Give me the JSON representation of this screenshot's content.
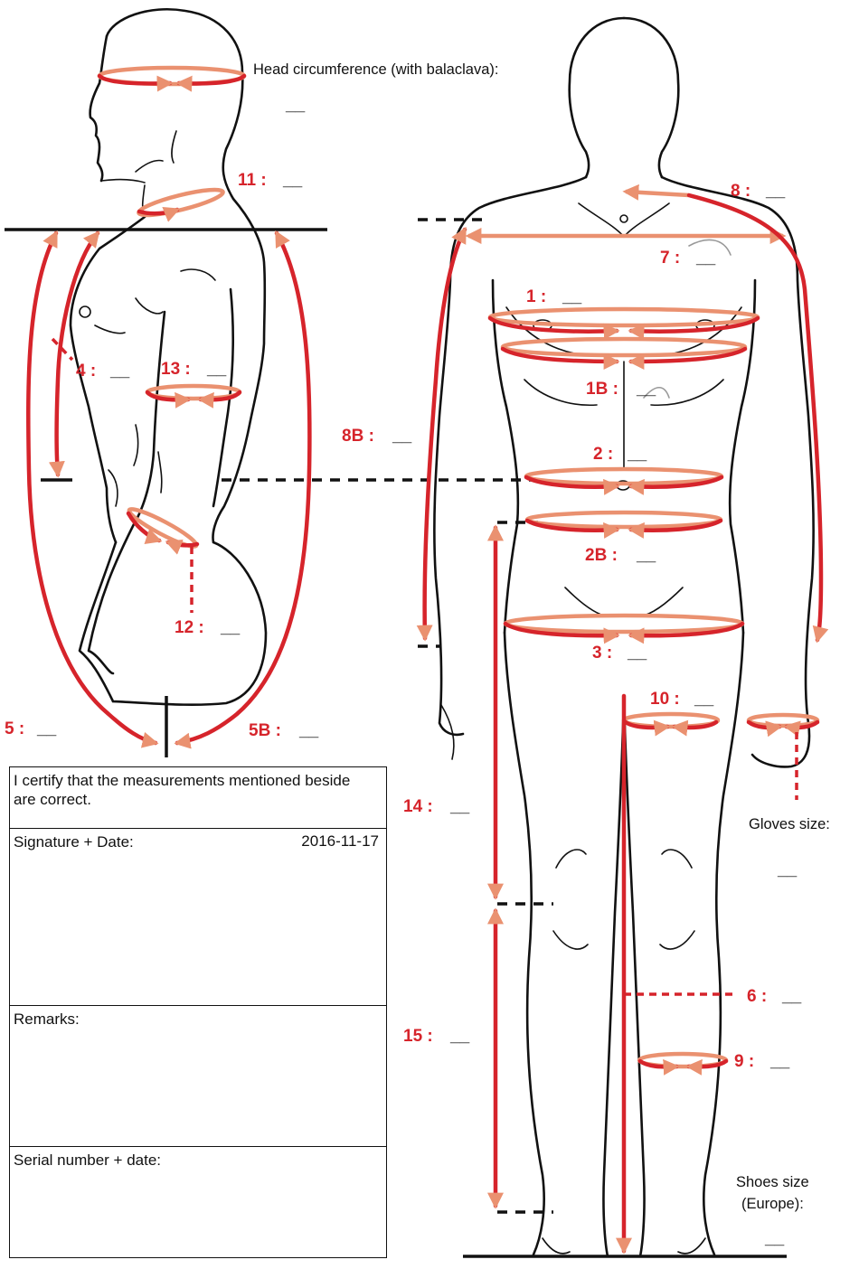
{
  "head_label": "Head circumference (with balaclava):",
  "blank": "__",
  "measurements": {
    "m1": "1 :",
    "m1b": "1B :",
    "m2": "2 :",
    "m2b": "2B :",
    "m3": "3 :",
    "m4": "4 :",
    "m5": "5 :",
    "m5b": "5B :",
    "m6": "6 :",
    "m7": "7 :",
    "m8": "8 :",
    "m8b": "8B :",
    "m9": "9 :",
    "m10": "10 :",
    "m11": "11 :",
    "m12": "12 :",
    "m13": "13 :",
    "m14": "14 :",
    "m15": "15 :"
  },
  "gloves_label": "Gloves size:",
  "shoes_label_line1": "Shoes size",
  "shoes_label_line2": "(Europe):",
  "certification": {
    "statement": "I certify that the measurements mentioned beside are correct.",
    "signature_label": "Signature + Date:",
    "signature_date": "2016-11-17",
    "remarks_label": "Remarks:",
    "serial_label": "Serial number + date:"
  },
  "colors": {
    "measure_red": "#d6242b",
    "ring_back": "#ea9170",
    "outline": "#111111"
  }
}
